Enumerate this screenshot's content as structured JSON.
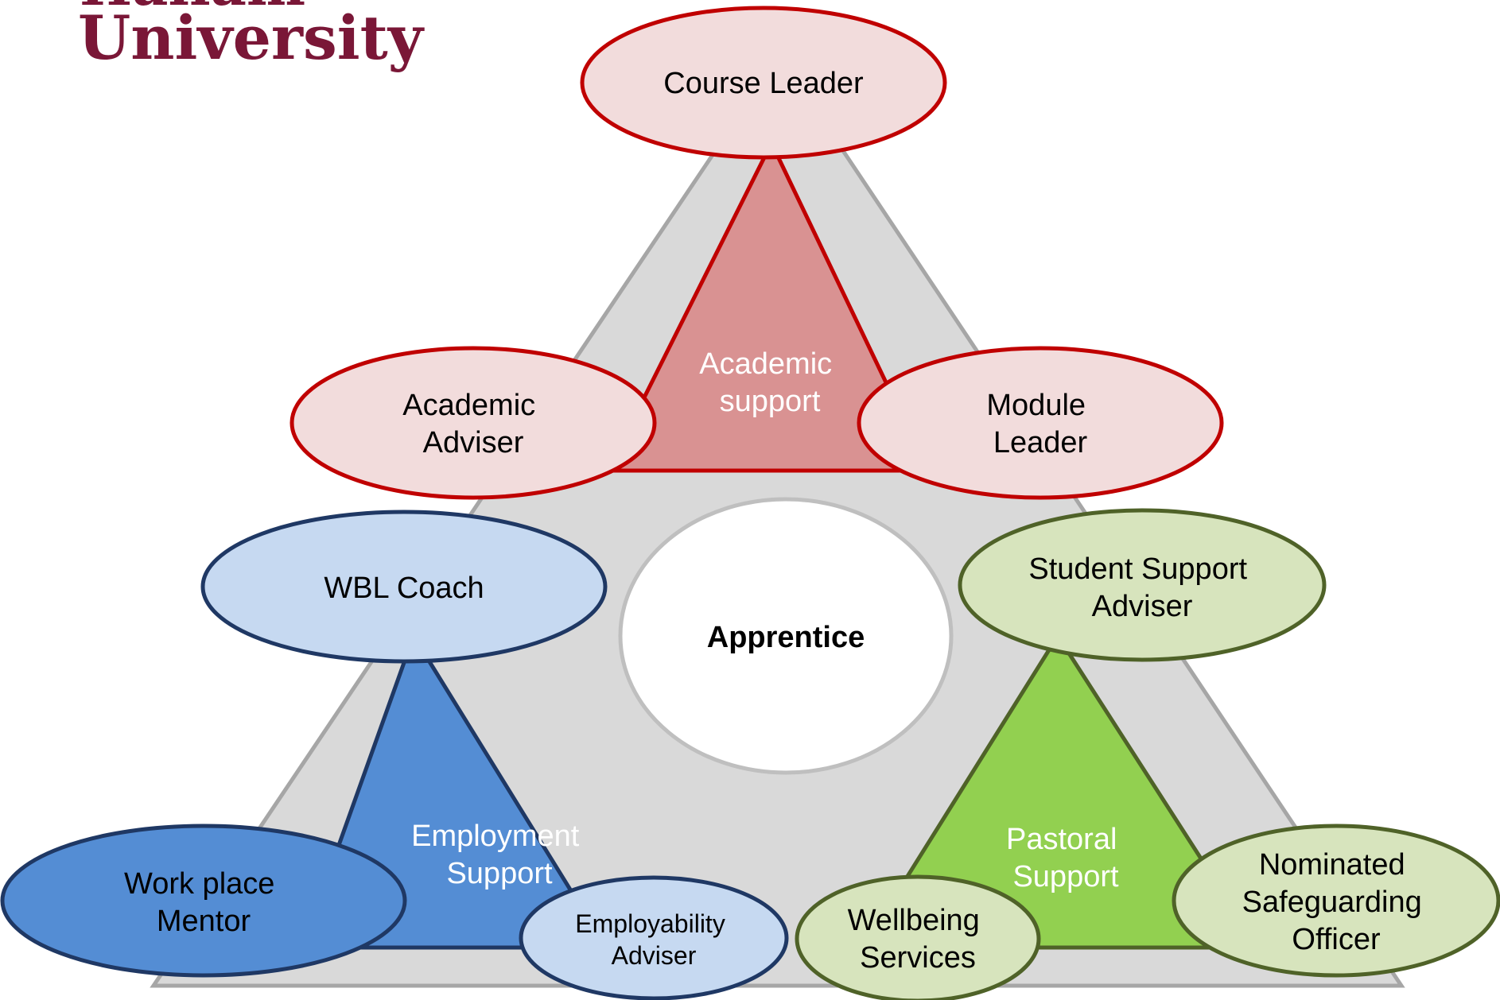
{
  "logo": {
    "line1": "Hallam",
    "line2": "University",
    "color": "#7a1737"
  },
  "center": {
    "label": "Apprentice"
  },
  "groups": {
    "academic": {
      "label_lines": [
        "Academic",
        "support"
      ],
      "fill": "#d99292",
      "stroke": "#c00000",
      "bubble_fill": "#f2dcdc",
      "bubbles": {
        "course_leader": [
          "Course Leader"
        ],
        "academic_adviser": [
          "Academic",
          "Adviser"
        ],
        "module_leader": [
          "Module",
          "Leader"
        ]
      }
    },
    "employment": {
      "label_lines": [
        "Employment",
        "Support"
      ],
      "fill": "#548dd4",
      "stroke": "#1f3864",
      "bubble_fill": "#c6d9f1",
      "bubbles": {
        "wbl_coach": [
          "WBL Coach"
        ],
        "workplace_mentor": [
          "Work place",
          "Mentor"
        ],
        "employability_adviser": [
          "Employability",
          "Adviser"
        ]
      }
    },
    "pastoral": {
      "label_lines": [
        "Pastoral",
        "Support"
      ],
      "fill": "#92d050",
      "stroke": "#4f6228",
      "bubble_fill": "#d7e4bd",
      "bubbles": {
        "student_support_adviser": [
          "Student Support",
          "Adviser"
        ],
        "wellbeing_services": [
          "Wellbeing",
          "Services"
        ],
        "safeguarding_officer": [
          "Nominated",
          "Safeguarding",
          "Officer"
        ]
      }
    }
  },
  "background_triangle": {
    "fill": "#d9d9d9",
    "stroke": "#a6a6a6"
  }
}
